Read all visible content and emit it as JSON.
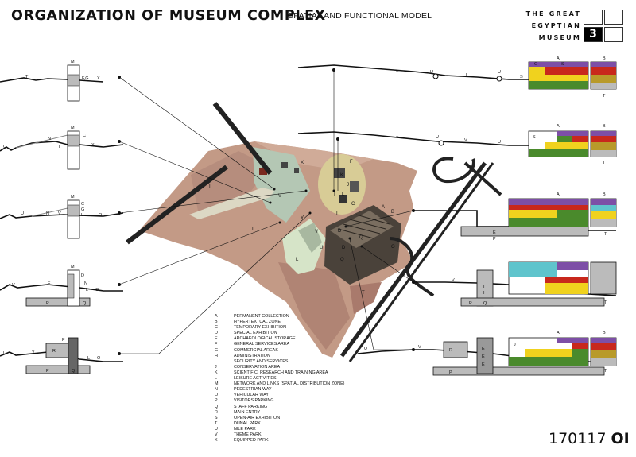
{
  "header": {
    "title": "ORGANIZATION OF MUSEUM COMPLEX",
    "subtitle": "SPATIAL AND FUNCTIONAL MODEL"
  },
  "logo": {
    "line1": "THE GREAT",
    "line2": "EGYPTIAN",
    "line3": "MUSEUM",
    "number": "3"
  },
  "legend": [
    {
      "letter": "A",
      "label": "PERMANENT COLLECTION"
    },
    {
      "letter": "B",
      "label": "HYPERTEXTUAL ZONE"
    },
    {
      "letter": "C",
      "label": "TEMPORARY EXHIBITION"
    },
    {
      "letter": "D",
      "label": "SPECIAL EXHIBITION"
    },
    {
      "letter": "E",
      "label": "ARCHAEOLOGICAL STORAGE"
    },
    {
      "letter": "F",
      "label": "GENERAL SERVICES AREA"
    },
    {
      "letter": "G",
      "label": "COMMERCIAL AREAS"
    },
    {
      "letter": "H",
      "label": "ADMINISTRATION"
    },
    {
      "letter": "I",
      "label": "SECURITY AND SERVICES"
    },
    {
      "letter": "J",
      "label": "CONSERVATION AREA"
    },
    {
      "letter": "K",
      "label": "SCIENTIFIC, RESEARCH AND TRAINING AREA"
    },
    {
      "letter": "L",
      "label": "LEISURE ACTIVITIES"
    },
    {
      "letter": "M",
      "label": "NETWORK AND LINKS (SPATIAL DISTRIBUTION ZONE)"
    },
    {
      "letter": "N",
      "label": "PEDESTRIAN WAY"
    },
    {
      "letter": "O",
      "label": "VEHICULAR WAY"
    },
    {
      "letter": "P",
      "label": "VISITORS PARKING"
    },
    {
      "letter": "Q",
      "label": "STAFF PARKING"
    },
    {
      "letter": "R",
      "label": "MAIN ENTRY"
    },
    {
      "letter": "S",
      "label": "OPEN-AIR EXHIBITION"
    },
    {
      "letter": "T",
      "label": "DUNAL PARK"
    },
    {
      "letter": "U",
      "label": "NILE PARK"
    },
    {
      "letter": "V",
      "label": "THEME PARK"
    },
    {
      "letter": "X",
      "label": "EQUIPPED PARK"
    }
  ],
  "sheet": {
    "number": "170117",
    "suffix": "OI"
  },
  "colors": {
    "desert": "#c39a86",
    "desert_dark": "#a5786a",
    "exhibition_red": "#c8281c",
    "exhibition_purple": "#7d4fa6",
    "exhibition_yellow": "#f0d21e",
    "exhibition_green": "#4a8a2c",
    "exhibition_cyan": "#5fc4cc",
    "exhibition_olive": "#b89a2a",
    "gray_block": "#bdbdbd",
    "dark_block": "#555555"
  },
  "section_labels": {
    "left1": {
      "t": "T",
      "x": "X",
      "fg": "F,G",
      "m": "M"
    },
    "left2": {
      "u": "U",
      "n": "N",
      "t": "T",
      "c": "C",
      "x": "X",
      "m": "M"
    },
    "left3": {
      "u": "U",
      "n": "N",
      "v": "V",
      "l": "L",
      "o": "O",
      "c": "C",
      "g": "G",
      "m": "M"
    },
    "left4": {
      "v": "V",
      "f": "F",
      "d": "D",
      "n": "N",
      "l": "L",
      "o": "O",
      "p": "P",
      "q": "Q",
      "m": "M"
    },
    "left5": {
      "u": "U",
      "v": "V",
      "r": "R",
      "f": "F",
      "l": "L",
      "o": "O",
      "p": "P",
      "q": "Q"
    },
    "right1": {
      "t": "T",
      "u": "U",
      "l": "L",
      "u2": "U",
      "s": "S",
      "a": "A",
      "b": "B",
      "g": "G",
      "s2": "S",
      "t2": "T"
    },
    "right2": {
      "t": "T",
      "u": "U",
      "v": "V",
      "u2": "U",
      "a": "A",
      "b": "B",
      "s": "S",
      "t2": "T"
    },
    "right3": {
      "a": "A",
      "b": "B",
      "e": "E",
      "p": "P",
      "t": "T"
    },
    "right4": {
      "v": "V",
      "i1": "I",
      "i2": "I",
      "q": "Q",
      "p": "P",
      "t": "T"
    },
    "right5": {
      "u": "U",
      "v": "V",
      "r": "R",
      "a": "A",
      "b": "B",
      "j": "J",
      "e1": "E",
      "e2": "E",
      "e3": "E",
      "p": "P",
      "t": "T"
    }
  },
  "plan_labels": [
    "X",
    "T",
    "V",
    "V",
    "L",
    "U",
    "V",
    "T",
    "K",
    "F",
    "J",
    "I",
    "L",
    "A",
    "B",
    "D",
    "O",
    "T",
    "T",
    "Q",
    "D",
    "Q",
    "C"
  ]
}
